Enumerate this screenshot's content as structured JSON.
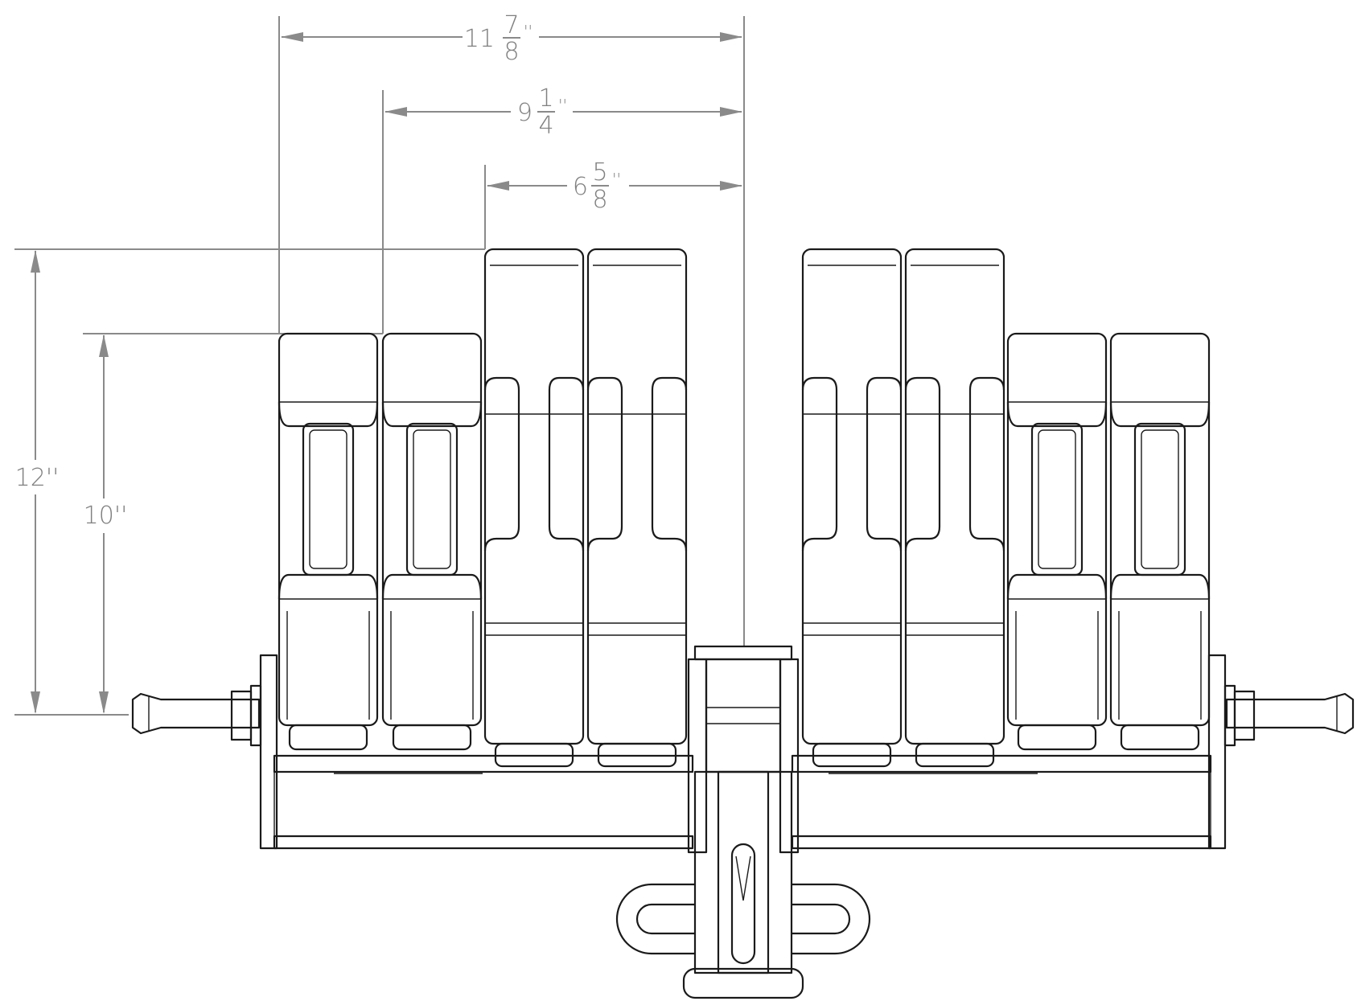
{
  "dimensions": {
    "width_1": {
      "whole": "11",
      "num": "7",
      "den": "8",
      "unit": "''"
    },
    "width_2": {
      "whole": "9",
      "num": "1",
      "den": "4",
      "unit": "''"
    },
    "width_3": {
      "whole": "6",
      "num": "5",
      "den": "8",
      "unit": "''"
    },
    "height_1": "12''",
    "height_2": "10''"
  },
  "colors": {
    "dimension": "#8a8a8a",
    "outline": "#1a1a1a",
    "background": "#ffffff"
  }
}
